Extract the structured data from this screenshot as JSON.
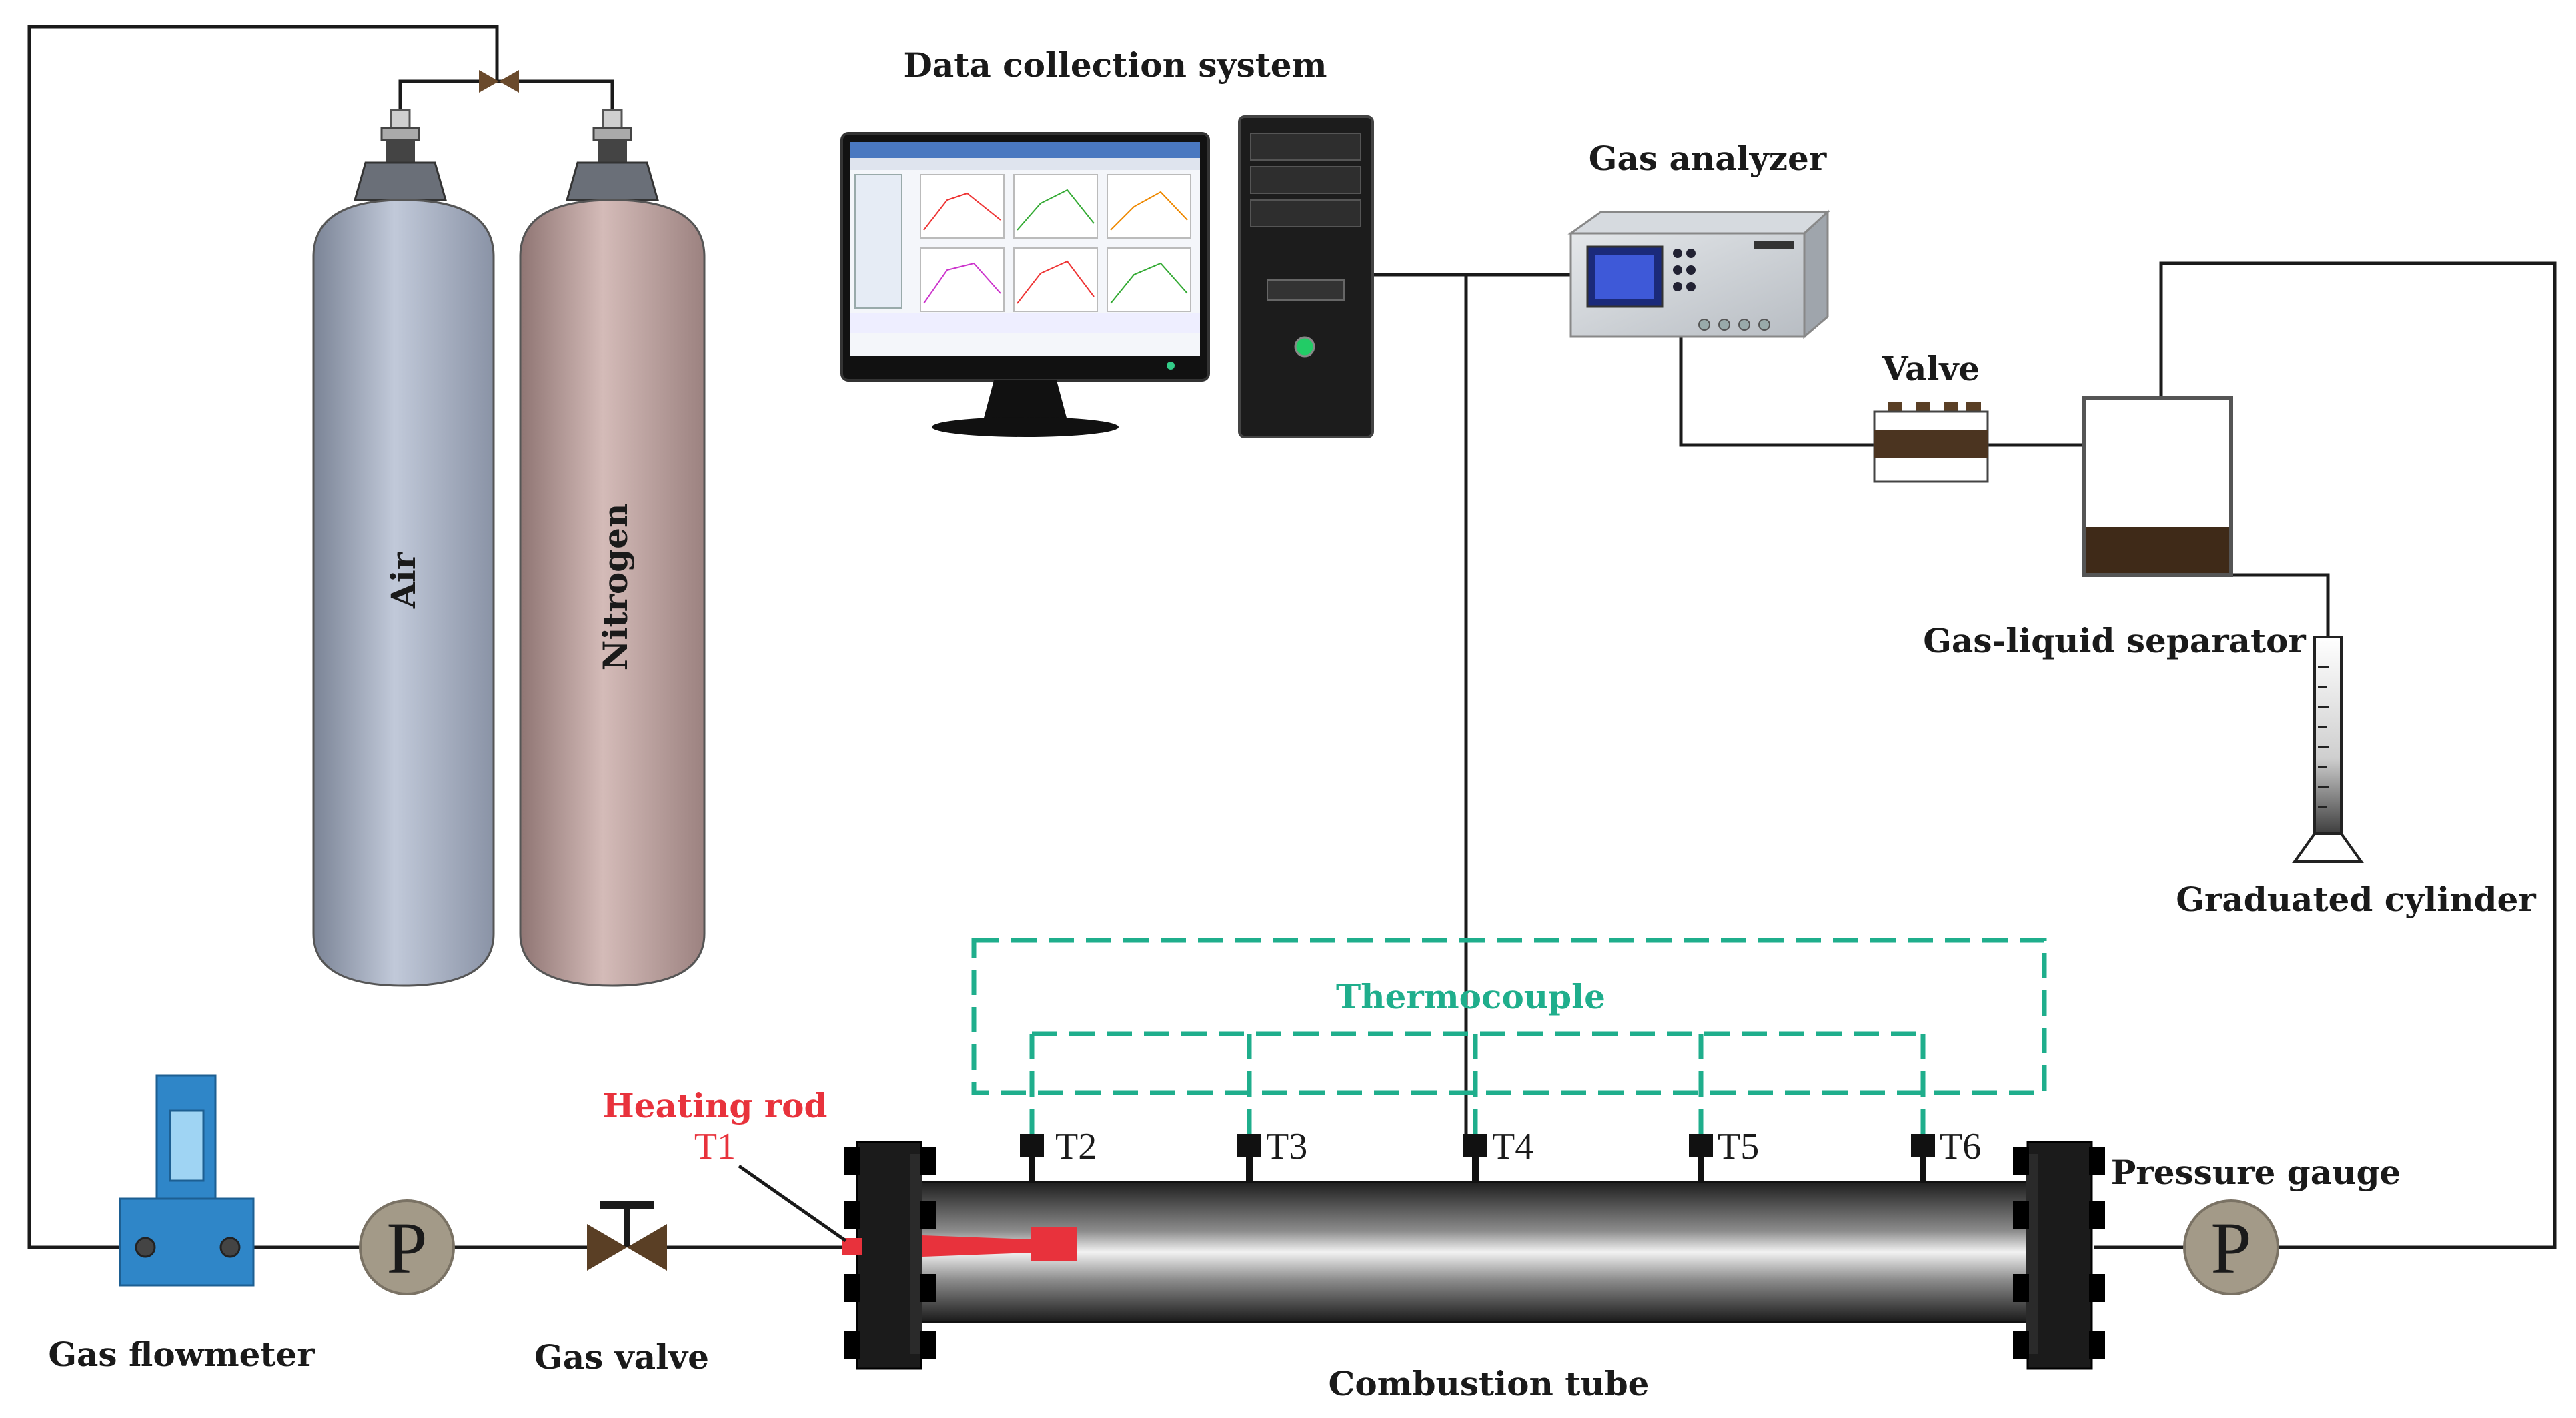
{
  "labels": {
    "data_collection": "Data collection system",
    "gas_analyzer": "Gas analyzer",
    "valve": "Valve",
    "gas_liquid_separator": "Gas-liquid separator",
    "graduated_cylinder": "Graduated cylinder",
    "thermocouple": "Thermocouple",
    "heating_rod": "Heating rod",
    "pressure_gauge": "Pressure gauge",
    "gas_flowmeter": "Gas flowmeter",
    "gas_valve": "Gas valve",
    "combustion_tube": "Combustion tube"
  },
  "cylinders": {
    "air": "Air",
    "nitrogen": "Nitrogen"
  },
  "thermocouple_points": [
    "T1",
    "T2",
    "T3",
    "T4",
    "T5",
    "T6"
  ],
  "gauge_symbol": "P",
  "colors": {
    "line": "#1a1a1a",
    "thermocouple": "#1fae8c",
    "heating": "#e8323c",
    "flowmeter": "#2f86c8",
    "air_cylinder": "#a9b2c4",
    "nitrogen_cylinder": "#c3a6a4",
    "gauge": "#a39a88",
    "valve_body": "#5a3f25"
  }
}
